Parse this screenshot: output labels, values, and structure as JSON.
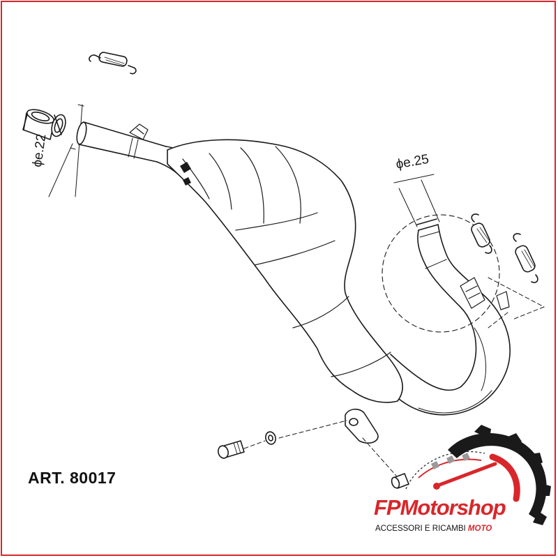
{
  "diagram": {
    "dimension_inlet": "ϕe.22",
    "dimension_outlet": "ϕe.25",
    "article_number": "ART. 80017"
  },
  "logo": {
    "brand": "FPMotorshop",
    "tagline": "ACCESSORI E RICAMBI",
    "tagline_accent": "MOTO",
    "colors": {
      "accent": "#d9262a",
      "dark": "#1a1a1a"
    }
  }
}
